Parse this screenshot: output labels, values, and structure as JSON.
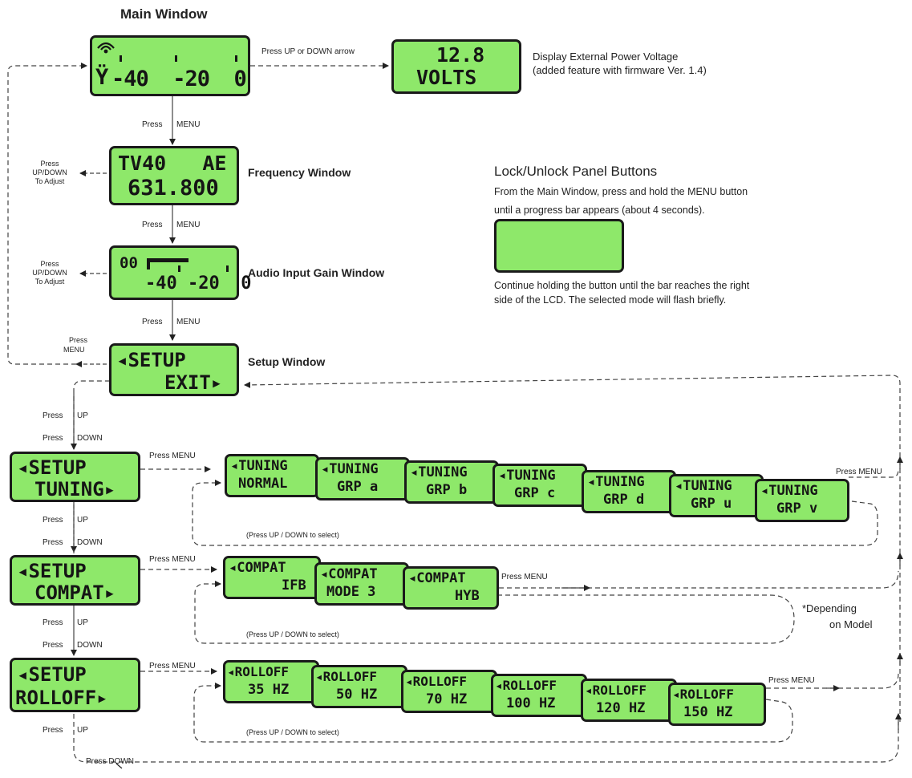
{
  "labels": {
    "main_window": "Main Window",
    "frequency_window": "Frequency Window",
    "audio_gain_window": "Audio Input Gain Window",
    "setup_window": "Setup Window",
    "voltage_desc_1": "Display External Power Voltage",
    "voltage_desc_2": "(added feature with firmware Ver. 1.4)",
    "lock_title": "Lock/Unlock Panel Buttons",
    "lock_text_1": "From the Main Window, press and hold the MENU button",
    "lock_text_2": "until a progress bar appears (about 4 seconds).",
    "lock_text_3": "Continue holding the button until the bar reaches the right",
    "lock_text_4": "side of the LCD. The selected mode will flash briefly.",
    "depending_1": "*Depending",
    "depending_2": "on Model"
  },
  "edges": {
    "press_up_down_arrow": "Press UP or DOWN arrow",
    "press": "Press",
    "menu": "MENU",
    "up": "UP",
    "down": "DOWN",
    "up_down": "UP/DOWN",
    "to_adjust": "To Adjust",
    "press_menu": "Press MENU",
    "press_down": "Press DOWN",
    "select_hint": "(Press UP / DOWN to select)"
  },
  "lcd": {
    "main_l1": "-40  -20  0",
    "volts_l1": "12.8",
    "volts_l2": "VOLTS",
    "freq_l1": "TV40   AE",
    "freq_l2": "631.800",
    "gain_l1": "00",
    "gain_l2": "-40 -20  0",
    "setup_l1": "◂SETUP",
    "setup_l2": "EXIT▸",
    "tuning_l1": "◂SETUP",
    "tuning_l2": "TUNING▸",
    "compat_l1": "◂SETUP",
    "compat_l2": "COMPAT▸",
    "rolloff_l1": "◂SETUP",
    "rolloff_l2": "ROLLOFF▸",
    "tuning_options": [
      {
        "l1": "◂TUNING",
        "l2": "NORMAL"
      },
      {
        "l1": "◂TUNING",
        "l2": "GRP a"
      },
      {
        "l1": "◂TUNING",
        "l2": "GRP b"
      },
      {
        "l1": "◂TUNING",
        "l2": "GRP c"
      },
      {
        "l1": "◂TUNING",
        "l2": "GRP d"
      },
      {
        "l1": "◂TUNING",
        "l2": "GRP u"
      },
      {
        "l1": "◂TUNING",
        "l2": "GRP v"
      }
    ],
    "compat_options": [
      {
        "l1": "◂COMPAT",
        "l2": "IFB"
      },
      {
        "l1": "◂COMPAT",
        "l2": "MODE 3"
      },
      {
        "l1": "◂COMPAT",
        "l2": "HYB"
      }
    ],
    "rolloff_options": [
      {
        "l1": "◂ROLLOFF",
        "l2": "35 HZ"
      },
      {
        "l1": "◂ROLLOFF",
        "l2": "50 HZ"
      },
      {
        "l1": "◂ROLLOFF",
        "l2": "70 HZ"
      },
      {
        "l1": "◂ROLLOFF",
        "l2": "100 HZ"
      },
      {
        "l1": "◂ROLLOFF",
        "l2": "120 HZ"
      },
      {
        "l1": "◂ROLLOFF",
        "l2": "150 HZ"
      }
    ]
  },
  "colors": {
    "lcd_bg": "#8ee86a",
    "progress_arrow": "#e2501a"
  }
}
